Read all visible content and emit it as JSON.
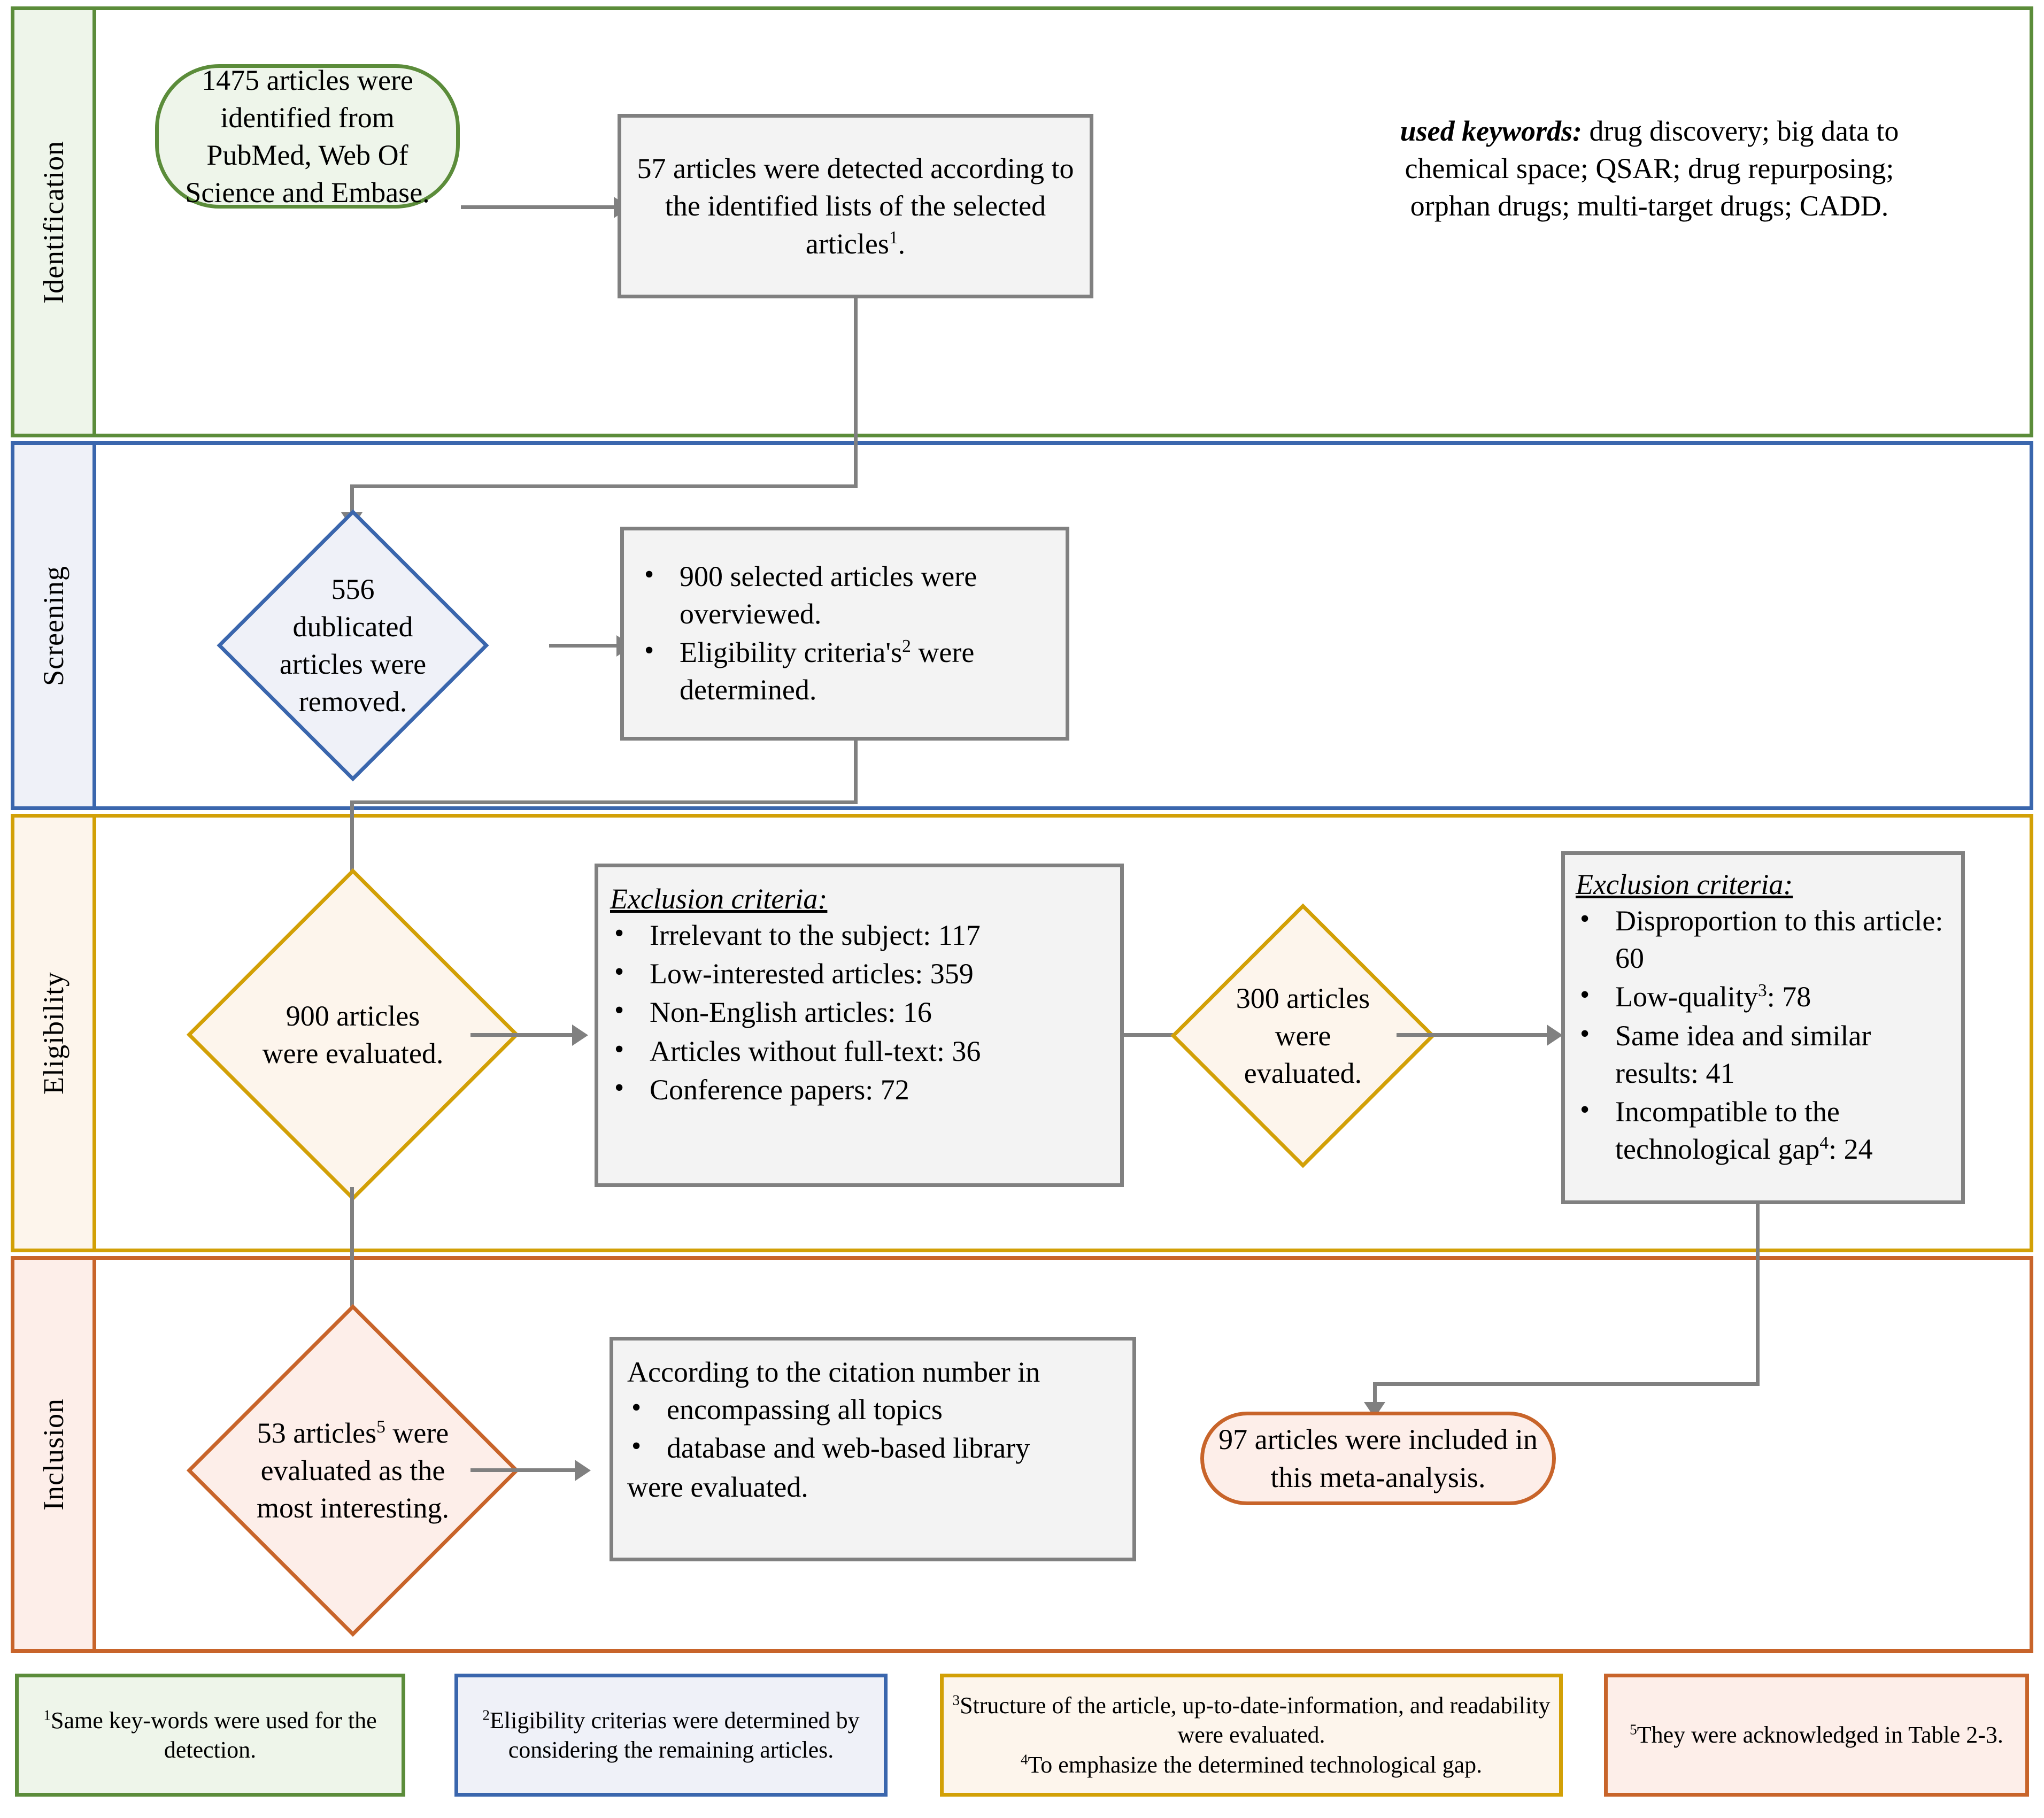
{
  "stages": [
    {
      "id": "identification",
      "label": "Identification",
      "accent": "#5b8c3a",
      "fill": "#eef5ea"
    },
    {
      "id": "screening",
      "label": "Screening",
      "accent": "#3a66ad",
      "fill": "#eff1f8"
    },
    {
      "id": "eligibility",
      "label": "Eligibility",
      "accent": "#d2a006",
      "fill": "#fdf5ec"
    },
    {
      "id": "inclusion",
      "label": "Inclusion",
      "accent": "#c8642a",
      "fill": "#fdeee9"
    }
  ],
  "identification": {
    "source_box": "1475 articles were identified from PubMed, Web Of Science and Embase.",
    "detected_box_prefix": "57 articles were detected according to the identified lists of the selected articles",
    "detected_box_sup": "1",
    "detected_box_suffix": ".",
    "keywords_label": "used keywords:",
    "keywords_value": " drug discovery; big data to chemical space; QSAR; drug repurposing; orphan drugs; multi-target drugs; CADD."
  },
  "screening": {
    "duplicates_diamond": "556 dublicated articles were removed.",
    "overview_items": [
      {
        "text": "900 selected articles were overviewed.",
        "sup": null,
        "after": null
      },
      {
        "text": "Eligibility criteria's",
        "sup": "2",
        "after": " were determined."
      }
    ]
  },
  "eligibility": {
    "diamond_left": "900 articles were evaluated.",
    "exclusion_left_header": "Exclusion criteria:",
    "exclusion_left_items": [
      "Irrelevant to the subject: 117",
      "Low-interested articles: 359",
      "Non-English articles: 16",
      "Articles without full-text: 36",
      "Conference papers: 72"
    ],
    "diamond_right": "300 articles were evaluated.",
    "exclusion_right_header": "Exclusion criteria:",
    "exclusion_right_items": [
      {
        "text": "Disproportion to this article: 60",
        "sup": null,
        "after": null
      },
      {
        "text": "Low-quality",
        "sup": "3",
        "after": ": 78"
      },
      {
        "text": "Same idea and similar results: 41",
        "sup": null,
        "after": null
      },
      {
        "text": "Incompatible to the technological gap",
        "sup": "4",
        "after": ": 24"
      }
    ]
  },
  "inclusion": {
    "diamond_prefix": "53 articles",
    "diamond_sup": "5",
    "diamond_suffix": " were evaluated as the most interesting.",
    "citation_lead": "According to the citation number in",
    "citation_items": [
      "encompassing all topics",
      "database and web-based library"
    ],
    "citation_tail": "were evaluated.",
    "final_box": "97 articles were included in this meta-analysis."
  },
  "footnotes": [
    {
      "id": "fn1",
      "sup": "1",
      "text": "Same key-words were used for the detection.",
      "lines": null,
      "accent": "#5b8c3a",
      "fill": "#eef5ea"
    },
    {
      "id": "fn2",
      "sup": "2",
      "text": "Eligibility criterias were determined by considering the remaining articles.",
      "lines": null,
      "accent": "#3a66ad",
      "fill": "#eff1f8"
    },
    {
      "id": "fn3",
      "sup": "3",
      "text": "Structure of the article, up-to-date-information, and readability were evaluated.",
      "sup2": "4",
      "text2": "To emphasize the determined technological gap.",
      "accent": "#d2a006",
      "fill": "#fdf5ec"
    },
    {
      "id": "fn5",
      "sup": "5",
      "text": "They were acknowledged in Table 2-3.",
      "lines": null,
      "accent": "#c8642a",
      "fill": "#fdeee9"
    }
  ],
  "colors": {
    "connector": "#808080",
    "node_fill": "#f3f3f3",
    "node_border": "#808080"
  }
}
